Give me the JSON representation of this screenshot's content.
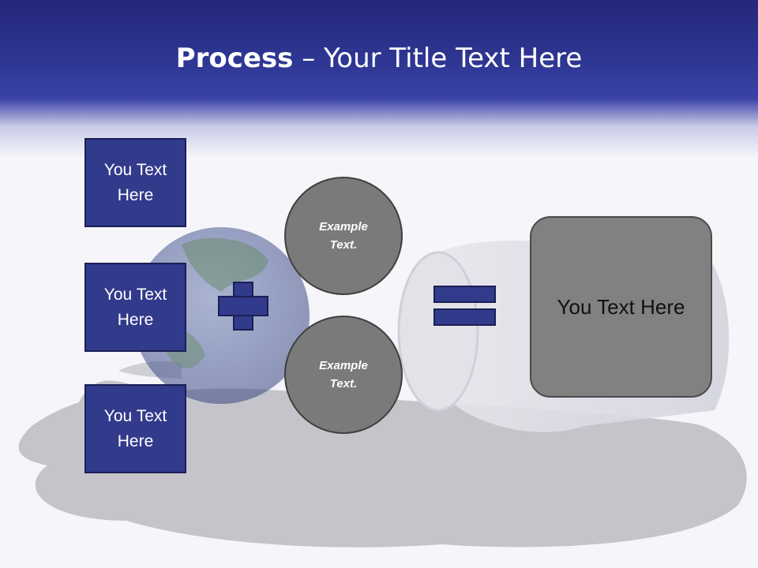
{
  "header": {
    "title_bold": "Process",
    "title_rest": " – Your Title Text Here"
  },
  "left_boxes": [
    {
      "label": "You Text Here"
    },
    {
      "label": "You Text Here"
    },
    {
      "label": "You Text Here"
    }
  ],
  "circles": [
    {
      "label": "Example Text."
    },
    {
      "label": "Example Text."
    }
  ],
  "result_box": {
    "label": "You Text Here"
  },
  "colors": {
    "header_dark": "#24287a",
    "box_blue": "#323a8c",
    "circle_gray": "#7a7a7a",
    "result_gray": "#818181"
  },
  "icons": [
    "plus-icon",
    "equals-icon",
    "globe-image",
    "spilled-bucket-image"
  ]
}
